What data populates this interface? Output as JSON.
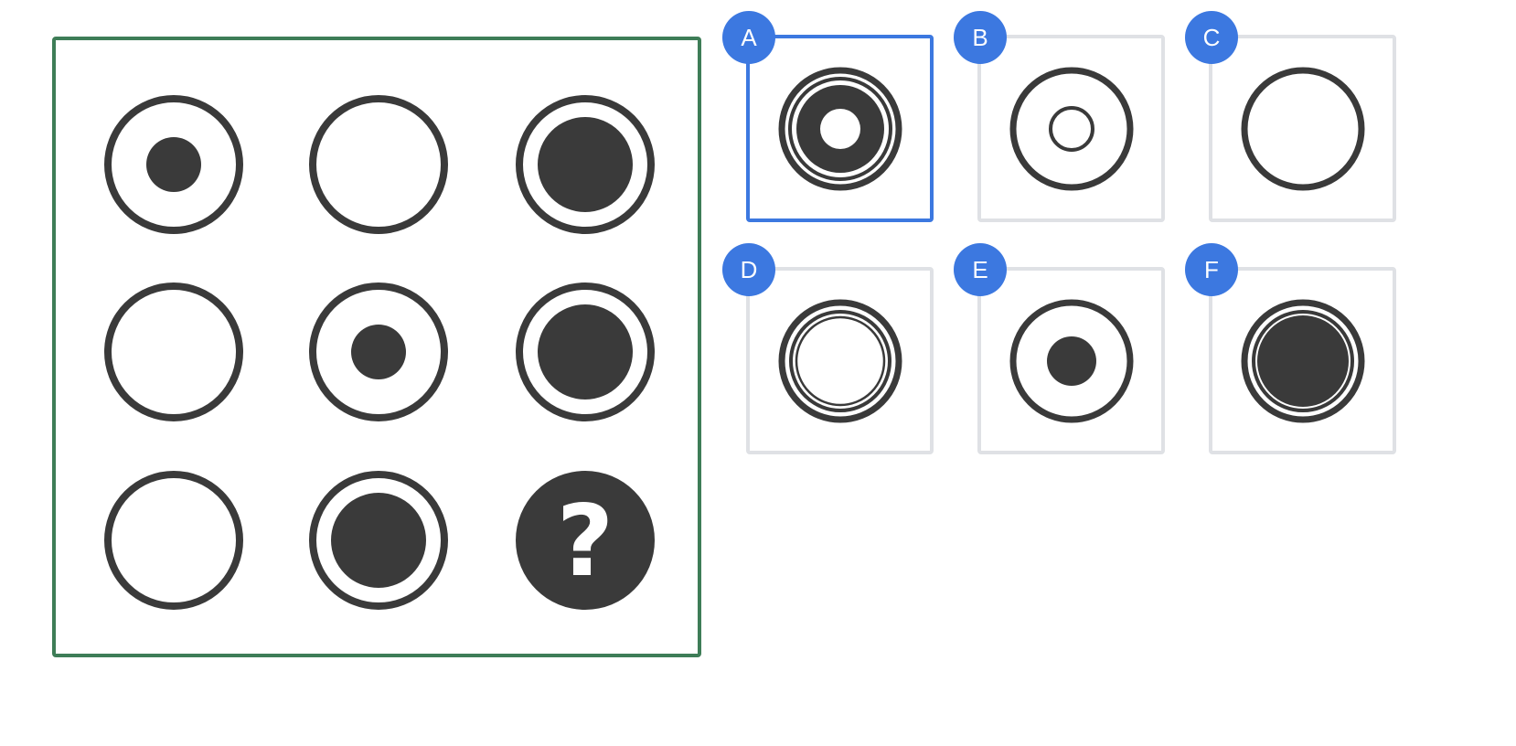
{
  "colors": {
    "shape": "#3a3a3a",
    "grid_border": "#3e7d57",
    "accent": "#3c78e0",
    "option_border": "#dfe1e5"
  },
  "matrix": {
    "cells": [
      {
        "id": "r1c1",
        "figure": "ring-small-dot"
      },
      {
        "id": "r1c2",
        "figure": "ring-empty"
      },
      {
        "id": "r1c3",
        "figure": "ring-large-disc"
      },
      {
        "id": "r2c1",
        "figure": "ring-empty"
      },
      {
        "id": "r2c2",
        "figure": "ring-small-dot"
      },
      {
        "id": "r2c3",
        "figure": "ring-large-disc"
      },
      {
        "id": "r3c1",
        "figure": "ring-empty"
      },
      {
        "id": "r3c2",
        "figure": "ring-large-disc"
      },
      {
        "id": "r3c3",
        "figure": "question-mark"
      }
    ],
    "missing_symbol": "?"
  },
  "options": [
    {
      "label": "A",
      "figure": "ring-donut",
      "selected": true
    },
    {
      "label": "B",
      "figure": "ring-small-ring",
      "selected": false
    },
    {
      "label": "C",
      "figure": "ring-empty",
      "selected": false
    },
    {
      "label": "D",
      "figure": "ring-double",
      "selected": false
    },
    {
      "label": "E",
      "figure": "ring-small-dot",
      "selected": false
    },
    {
      "label": "F",
      "figure": "ring-large-disc",
      "selected": false
    }
  ]
}
